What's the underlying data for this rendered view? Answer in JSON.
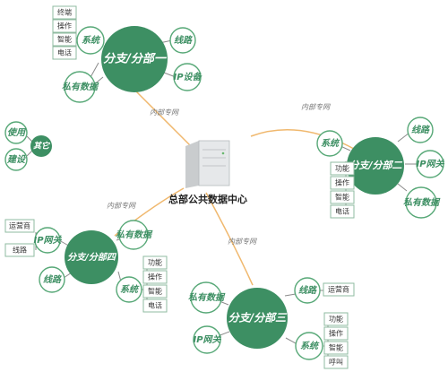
{
  "center": {
    "label": "总部公共数据中心"
  },
  "links": {
    "label": "内部专网"
  },
  "branch1": {
    "hub": "分支/分部一",
    "sats": [
      "系统",
      "线路",
      "IP设备",
      "私有数据"
    ],
    "boxes": [
      "终端",
      "操作",
      "智能",
      "电话"
    ]
  },
  "branch2": {
    "hub": "分支/分部二",
    "sats": [
      "系统",
      "线路",
      "IP网关",
      "私有数据"
    ],
    "boxes": [
      "功能",
      "操作",
      "智能",
      "电话"
    ]
  },
  "branch3": {
    "hub": "分支/分部三",
    "sats": [
      "私有数据",
      "IP网关",
      "系统",
      "线路"
    ],
    "boxes": [
      "功能",
      "操作",
      "智能",
      "呼叫"
    ],
    "line_box": "运营商"
  },
  "branch4": {
    "hub": "分支/分部四",
    "sats": [
      "IP网关",
      "私有数据",
      "线路",
      "系统"
    ],
    "boxes": [
      "功能",
      "操作",
      "智能",
      "电话"
    ],
    "left_boxes": [
      "运营商",
      "线路"
    ]
  },
  "other": {
    "hub": "其它",
    "sats": [
      "使用",
      "建设"
    ]
  }
}
